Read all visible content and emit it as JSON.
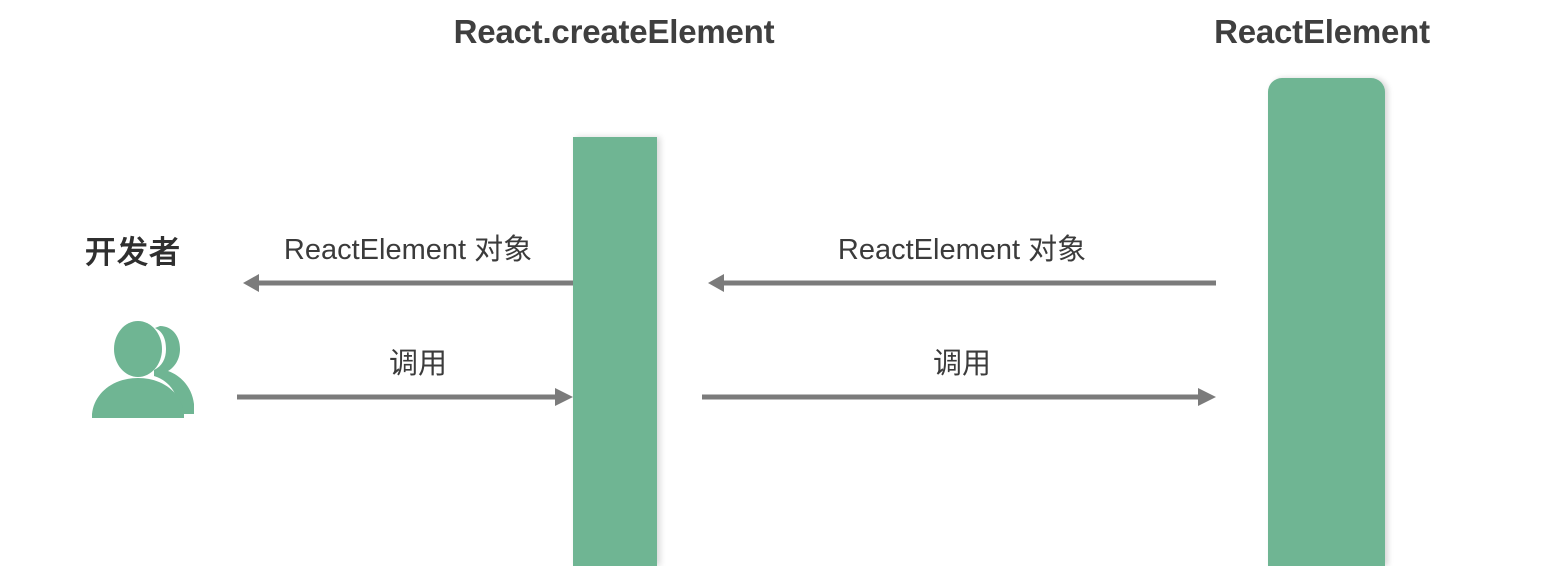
{
  "diagram": {
    "type": "sequence-diagram",
    "background_color": "#ffffff",
    "accent_color": "#6fb593",
    "line_color": "#7b7b7b",
    "text_color": "#3f3f3f",
    "columns": [
      {
        "id": "create-element",
        "title": "React.createElement"
      },
      {
        "id": "react-element",
        "title": "ReactElement"
      }
    ],
    "actor": {
      "label": "开发者",
      "icon": "users-icon"
    },
    "messages": [
      {
        "id": "left-top",
        "label": "ReactElement 对象",
        "direction": "left",
        "from": "React.createElement",
        "to": "开发者"
      },
      {
        "id": "left-bottom",
        "label": "调用",
        "direction": "right",
        "from": "开发者",
        "to": "React.createElement"
      },
      {
        "id": "right-top",
        "label": "ReactElement 对象",
        "direction": "left",
        "from": "ReactElement",
        "to": "React.createElement"
      },
      {
        "id": "right-bottom",
        "label": "调用",
        "direction": "right",
        "from": "React.createElement",
        "to": "ReactElement"
      }
    ]
  }
}
